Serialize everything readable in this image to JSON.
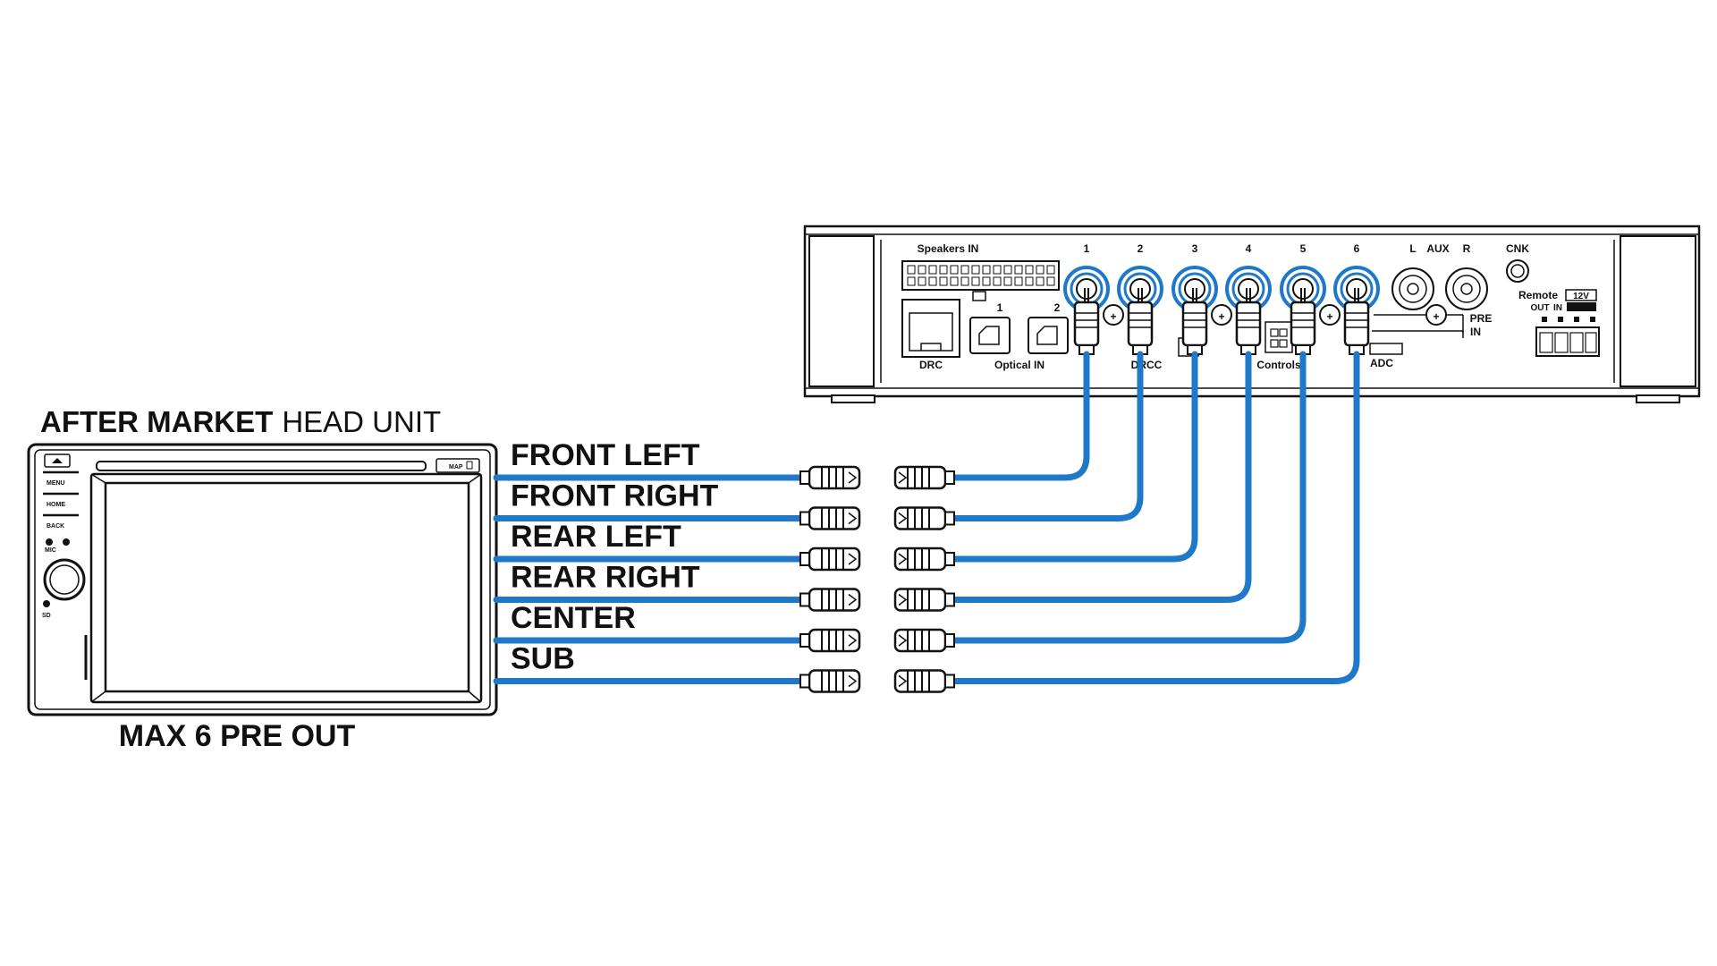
{
  "head_unit": {
    "title_bold": "AFTER MARKET",
    "title_thin": "HEAD UNIT",
    "caption": "MAX 6 PRE OUT",
    "buttons": [
      "MENU",
      "HOME",
      "BACK"
    ],
    "map_label": "MAP",
    "mic_label": "MIC",
    "sd_label": "SD"
  },
  "channels": [
    {
      "label": "FRONT LEFT",
      "input": "1"
    },
    {
      "label": "FRONT RIGHT",
      "input": "2"
    },
    {
      "label": "REAR LEFT",
      "input": "3"
    },
    {
      "label": "REAR RIGHT",
      "input": "4"
    },
    {
      "label": "CENTER",
      "input": "5"
    },
    {
      "label": "SUB",
      "input": "6"
    }
  ],
  "processor": {
    "speakers_in": "Speakers IN",
    "drc": "DRC",
    "optical_in": "Optical IN",
    "optical_1": "1",
    "optical_2": "2",
    "drcc": "DRCC",
    "controls": "Controls",
    "adc": "ADC",
    "aux_l": "L",
    "aux": "AUX",
    "aux_r": "R",
    "pre": "PRE",
    "in": "IN",
    "cnk": "CNK",
    "remote": "Remote",
    "v12": "12V",
    "out": "OUT",
    "in_small": "IN",
    "plus": "+"
  },
  "colors": {
    "cable": "#1f78c8",
    "outline": "#111111"
  }
}
